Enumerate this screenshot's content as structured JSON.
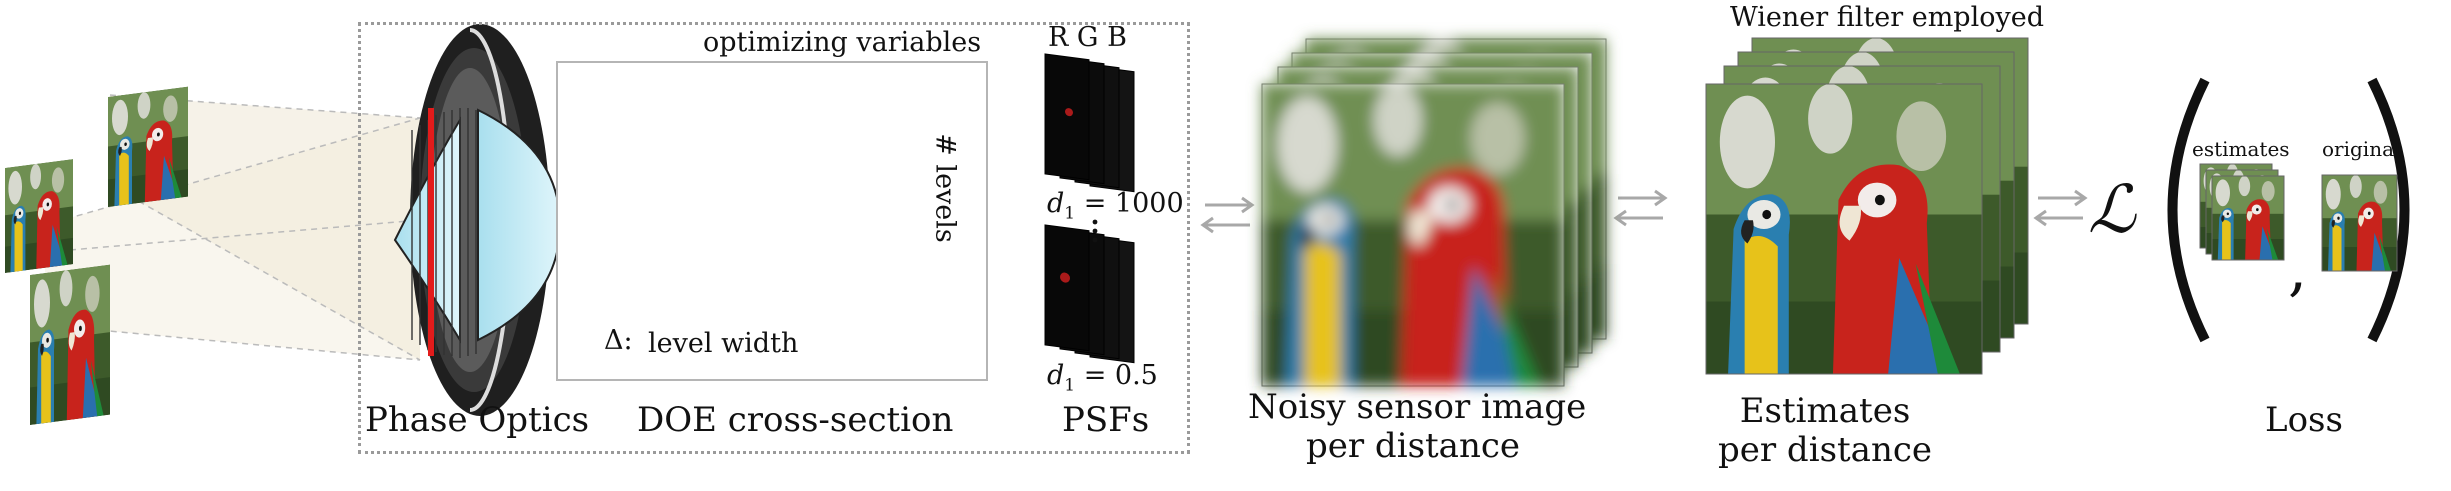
{
  "labels": {
    "phase_optics": "Phase Optics",
    "doe_cross_section": "DOE cross-section",
    "psfs": "PSFs",
    "optimizing_variables": "optimizing variables",
    "rgb": "R G B",
    "num_levels": "# levels",
    "level_width": "level width",
    "delta": "Δ:",
    "d1_top_var": "d",
    "d1_top_sub": "1",
    "d1_top_val": "= 1000",
    "d1_bottom_var": "d",
    "d1_bottom_sub": "1",
    "d1_bottom_val": "= 0.5",
    "noisy_line1": "Noisy sensor image",
    "noisy_line2": "per distance",
    "estimates_line1": "Estimates",
    "estimates_line2": "per distance",
    "wiener": "Wiener filter employed",
    "loss_symbol": "ℒ",
    "loss_estimates": "estimates",
    "loss_original": "original",
    "loss_comma": ",",
    "loss": "Loss"
  },
  "colors": {
    "accent_red": "#e21b1b",
    "lens_cyan": "#bfeaf6",
    "arrow_gray": "#a8a8a8",
    "dotted_border": "#9a9a9a"
  },
  "icons": [
    "left-right-arrow-icon",
    "parrot-photo",
    "lens-icon",
    "psf-stack-icon"
  ]
}
